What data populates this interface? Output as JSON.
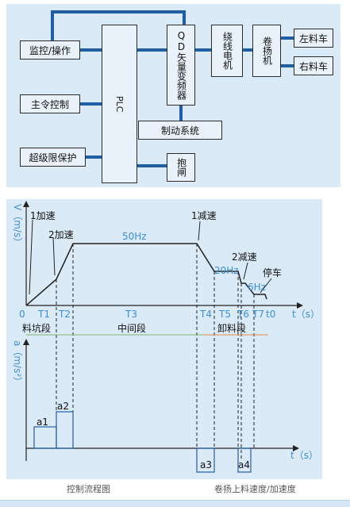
{
  "control_flow": {
    "caption": "控制流程图",
    "boxes": {
      "monitor": "监控/操作",
      "master": "主令控制",
      "limit": "超级限保护",
      "plc": "PLC",
      "vfd": "QD矢量变频器",
      "motor": "绕线电机",
      "hoist": "卷扬机",
      "left_car": "左料车",
      "right_car": "右料车",
      "brake_system": "制动系统",
      "brake": "抱闸"
    }
  },
  "speed_chart": {
    "caption": "卷扬上料速度/加速度",
    "v_axis_label": "V（m/s）",
    "a_axis_label": "a（m/s²）",
    "t_axis_label": "t（s）",
    "ticks": [
      "0",
      "T1",
      "T2",
      "T3",
      "T4",
      "T5",
      "T6",
      "T7",
      "t0"
    ],
    "annotations": {
      "acc1": "1加速",
      "acc2": "2加速",
      "dec1": "1减速",
      "dec2": "2减速",
      "stop": "停车",
      "f50": "50Hz",
      "f20": "20Hz",
      "f6": "6Hz"
    },
    "segments": {
      "pit": "料坑段",
      "middle": "中间段",
      "unload": "卸料段"
    },
    "accel_labels": [
      "a1",
      "a2",
      "a3",
      "a4"
    ]
  }
}
